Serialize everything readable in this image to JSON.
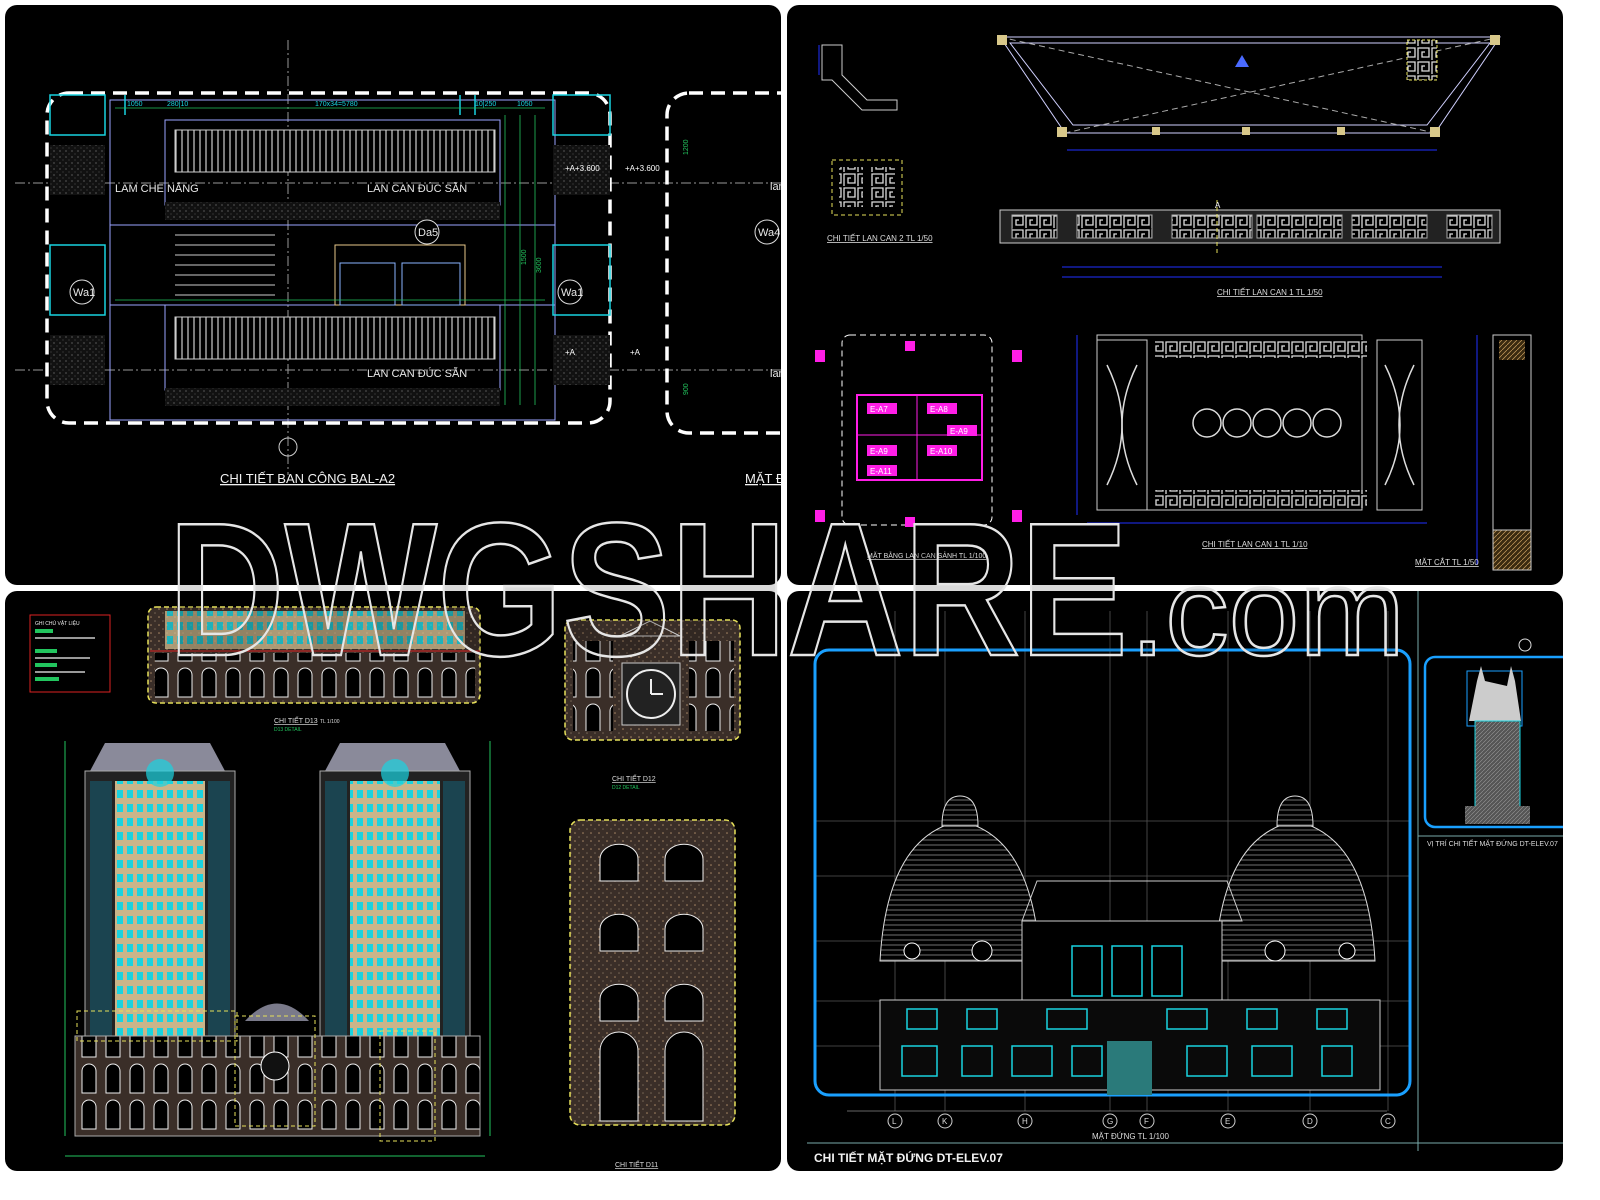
{
  "watermark": {
    "main": "DWGSHARE",
    "suffix": ".com"
  },
  "panel_balcony": {
    "title": "CHI TIẾT BAN CÔNG  BAL-A2",
    "title_next": "MẶT Đ",
    "label_sunshade": "LAM CHE NẮNG",
    "label_railing_top": "LAN CAN ĐÚC SẴN",
    "label_railing_bottom": "LAN CAN ĐÚC SẴN",
    "label_railing_next_top": "lan c",
    "label_railing_next_bottom": "lan",
    "tag_door": "Da5",
    "tag_window_left": "Wa1",
    "tag_window_right": "Wa1",
    "tag_window_next": "Wa4",
    "level_upper": "+A+3.600",
    "level_upper_next": "+A+3.600",
    "level_lower": "+A",
    "level_lower_next": "+A",
    "dims": {
      "d1": "1050",
      "d2": "280|10",
      "d3": "170x34=5780",
      "d4": "10|250",
      "d5": "1050",
      "d6": "3600",
      "d7": "1500",
      "d8": "1200",
      "d9": "900"
    }
  },
  "panel_railing": {
    "title_railing2": "CHI TIẾT LAN CAN 2 TL 1/50",
    "title_railing1": "CHI TIẾT LAN CAN 1 TL 1/50",
    "title_plan": "MẶT BẰNG LAN CAN SẢNH TL 1/100",
    "title_detail": "CHI TIẾT LAN CAN 1 TL 1/10",
    "title_section": "MẶT CẮT TL 1/50",
    "section_marker": "A",
    "plan_tags": [
      "E-A7",
      "E-A8",
      "E-A9",
      "E-A10",
      "E-A11",
      "E-A9"
    ]
  },
  "panel_elevations": {
    "title_d13": "CHI TIẾT D13",
    "subtitle_d13": "D13 DETAIL",
    "scale_d13": "TL 1/100",
    "title_d12": "CHI TIẾT D12",
    "subtitle_d12": "D12 DETAIL",
    "title_d11": "CHI TIẾT D11",
    "legend_title": "GHI CHÚ VẬT LIỆU"
  },
  "panel_facade": {
    "title": "CHI TIẾT MẶT ĐỨNG DT-ELEV.07",
    "elevation_label": "MẶT ĐỨNG  TL 1/100",
    "location_label": "VỊ TRÍ CHI TIẾT MẶT ĐỨNG DT-ELEV.07",
    "axes": [
      "L",
      "K",
      "H",
      "G",
      "F",
      "E",
      "D",
      "C"
    ]
  },
  "colors": {
    "cyan": "#19d3e0",
    "blue": "#1aa0ff",
    "green": "#22c55e",
    "magenta": "#ff1ee6",
    "yellow": "#e6e05a",
    "dim_blue": "#2030ff"
  }
}
